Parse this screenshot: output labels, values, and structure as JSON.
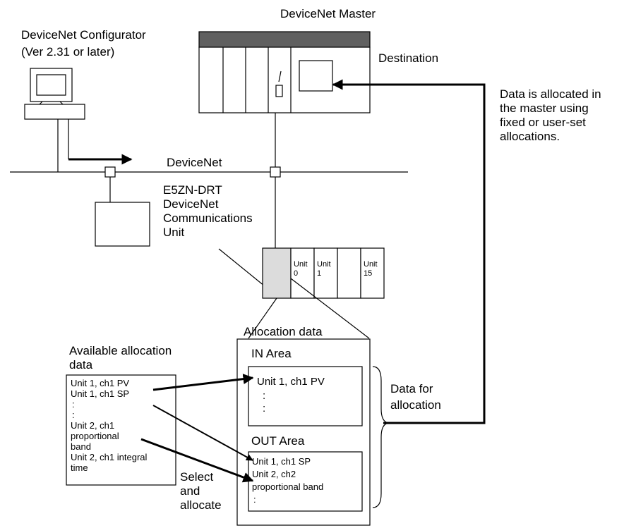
{
  "labels": {
    "master": "DeviceNet Master",
    "configurator_line1": "DeviceNet Configurator",
    "configurator_line2": "(Ver 2.31 or later)",
    "destination": "Destination",
    "network": "DeviceNet",
    "note_line1": "Data is allocated in",
    "note_line2": "the master using",
    "note_line3": "fixed or user-set",
    "note_line4": "allocations.",
    "comm_unit_line1": "E5ZN-DRT",
    "comm_unit_line2": "DeviceNet",
    "comm_unit_line3": "Communications",
    "comm_unit_line4": "Unit",
    "allocation_data": "Allocation data",
    "available_line1": "Available allocation",
    "available_line2": "data",
    "in_area": "IN Area",
    "out_area": "OUT Area",
    "data_for_line1": "Data for",
    "data_for_line2": "allocation",
    "select_line1": "Select",
    "select_line2": "and",
    "select_line3": "allocate"
  },
  "units": [
    {
      "line1": "Unit",
      "line2": "0"
    },
    {
      "line1": "Unit",
      "line2": "1"
    },
    {
      "line1": "",
      "line2": ""
    },
    {
      "line1": "Unit",
      "line2": "15"
    }
  ],
  "available_items": [
    "Unit 1, ch1 PV",
    "Unit 1, ch1 SP",
    ":",
    ":",
    "Unit 2, ch1",
    "proportional",
    "band",
    "Unit 2, ch1 integral",
    "time"
  ],
  "in_items": [
    "Unit 1, ch1 PV",
    ":",
    ":"
  ],
  "out_items": [
    "Unit 1, ch1 SP",
    "Unit 2, ch2",
    "proportional band",
    ":"
  ]
}
